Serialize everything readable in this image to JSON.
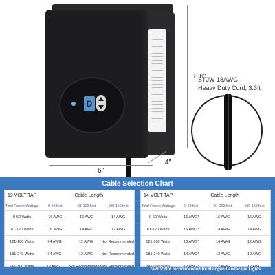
{
  "dimensions": {
    "width": "6''",
    "height": "8.6''",
    "depth": "4''"
  },
  "cord": {
    "line1": "STJW 18AWG",
    "line2": "Heavy Duty Cord, 3.3ft"
  },
  "display_glyph": "D",
  "chart": {
    "title": "Cable Selection Chart",
    "left": {
      "tap": "12 VOLT TAP",
      "length": "Cable Length",
      "subheaders": [
        "Total Fixture Wattage",
        "0-50 feet",
        "51-100 feet",
        "100-150 feet"
      ],
      "rows": [
        [
          "0-60 Watts",
          "16 AWG",
          "16 AWG",
          "14 AWG"
        ],
        [
          "61-120 Watts",
          "16 AWG",
          "14 AWG",
          "12 AWG"
        ],
        [
          "121-180 Watts",
          "14 AWG",
          "12 AWG",
          "Not Recommended"
        ],
        [
          "181-240 Watts",
          "14 AWG",
          "12 AWG",
          "Not Recommended"
        ],
        [
          "241-300 Watts",
          "12 AWG",
          "Not Recommended",
          "Not Recommended"
        ]
      ]
    },
    "right": {
      "tap": "14 VOLT TAP",
      "length": "Cable Length",
      "subheaders": [
        "Total Fixture Wattage",
        "0-50 feet",
        "51-100 feet",
        "100-150 feet"
      ],
      "rows": [
        [
          "0-60 Watts",
          "16 AWG*",
          "16 AWG",
          "16 AWG"
        ],
        [
          "61-120 Watts",
          "16 AWG*",
          "14 AWG",
          "14 AWG"
        ],
        [
          "121-180 Watts",
          "16 AWG*",
          "14 AWG",
          "12 AWG"
        ],
        [
          "181-240 Watts",
          "14 AWG*",
          "12 AWG",
          "12 AWG"
        ],
        [
          "241-300 Watts",
          "12 AWG*",
          "12 AWG",
          "12 AWG"
        ]
      ]
    },
    "note": "*AWG* Not recommended for Halogen Landscape Lights"
  },
  "colors": {
    "chart_bg": "#3d79bf",
    "box": "#1d1d1f"
  }
}
